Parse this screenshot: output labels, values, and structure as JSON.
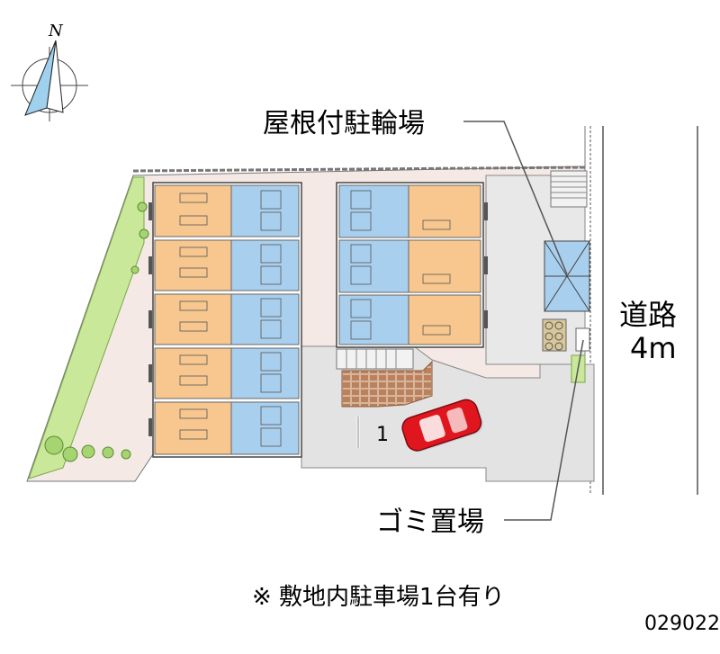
{
  "compass": {
    "north_label": "N",
    "icon": "compass-icon"
  },
  "labels": {
    "bicycle_parking": "屋根付駐輪場",
    "road_name": "道路",
    "road_width": "4m",
    "garbage": "ゴミ置場",
    "parking_number": "1",
    "note": "※ 敷地内駐車場1台有り",
    "property_code": "029022"
  },
  "colors": {
    "room": "#f7c78f",
    "wet_area": "#a9cfee",
    "grass": "#c9e89a",
    "site": "#f5e9e6",
    "pavement": "#e3e3e3",
    "road": "#ffffff",
    "car": "#e0161f"
  }
}
